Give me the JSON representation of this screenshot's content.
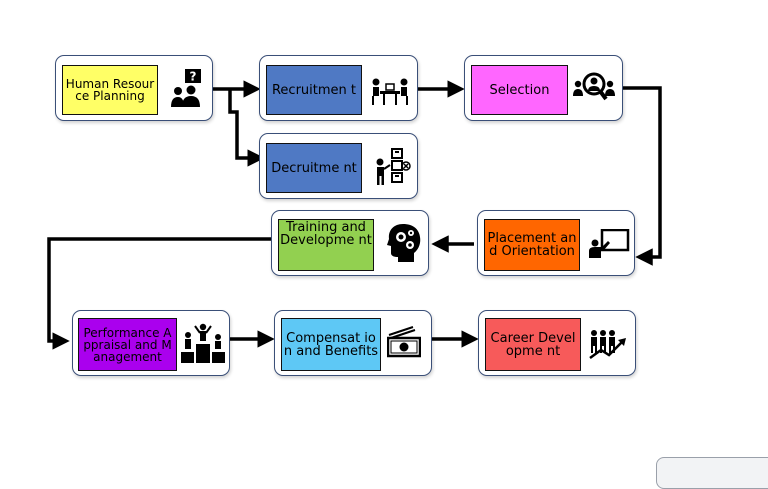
{
  "steps": {
    "hrp": {
      "label": "Human Resource Planning",
      "color": "#ffff66"
    },
    "recruitment": {
      "label": "Recruitmen t",
      "color": "#4f79c4"
    },
    "selection": {
      "label": "Selection",
      "color": "#ff66ff"
    },
    "decruitment": {
      "label": "Decruitme nt",
      "color": "#4f79c4"
    },
    "training": {
      "label": "Training and Developme nt",
      "color": "#92d050"
    },
    "placement": {
      "label": "Placement and Orientation",
      "color": "#ff6600"
    },
    "performance": {
      "label": "Performance Appraisal and Management",
      "color": "#aa00ee"
    },
    "compensation": {
      "label": "Compensat ion and Benefits",
      "color": "#5ec8f5"
    },
    "career": {
      "label": "Career Developme nt",
      "color": "#f75a5a"
    }
  },
  "icons": {
    "hrp": "question-people-icon",
    "recruitment": "interview-table-icon",
    "selection": "candidates-search-icon",
    "decruitment": "staff-removal-icon",
    "training": "head-gears-icon",
    "placement": "presentation-board-icon",
    "performance": "podium-winners-icon",
    "compensation": "cash-icon",
    "career": "growth-people-icon"
  }
}
